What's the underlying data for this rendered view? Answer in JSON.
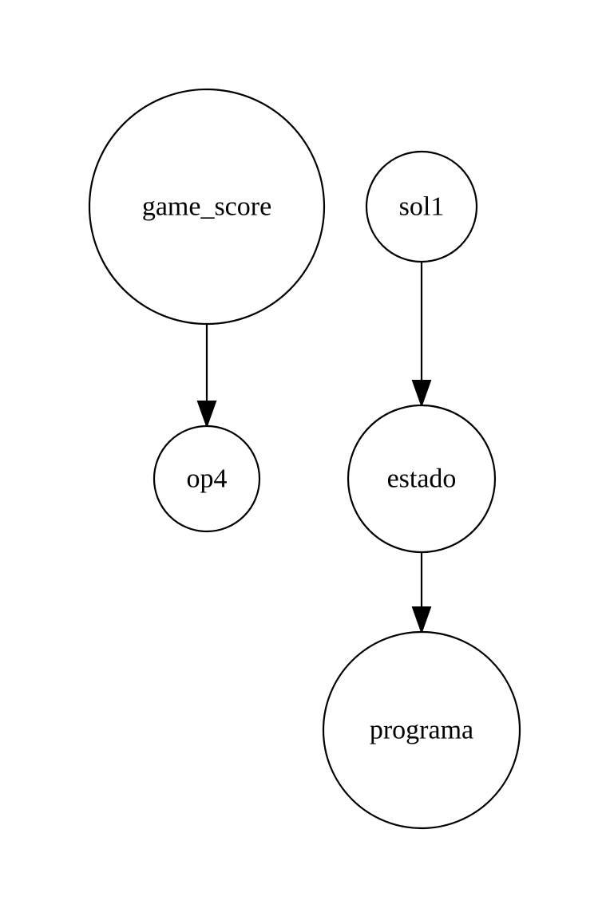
{
  "graph": {
    "nodes": [
      {
        "id": "game_score",
        "label": "game_score"
      },
      {
        "id": "op4",
        "label": "op4"
      },
      {
        "id": "sol1",
        "label": "sol1"
      },
      {
        "id": "estado",
        "label": "estado"
      },
      {
        "id": "programa",
        "label": "programa"
      }
    ],
    "edges": [
      {
        "from": "game_score",
        "to": "op4"
      },
      {
        "from": "sol1",
        "to": "estado"
      },
      {
        "from": "estado",
        "to": "programa"
      }
    ],
    "colors": {
      "stroke": "#000000",
      "fill": "#ffffff",
      "background": "#ffffff"
    }
  }
}
